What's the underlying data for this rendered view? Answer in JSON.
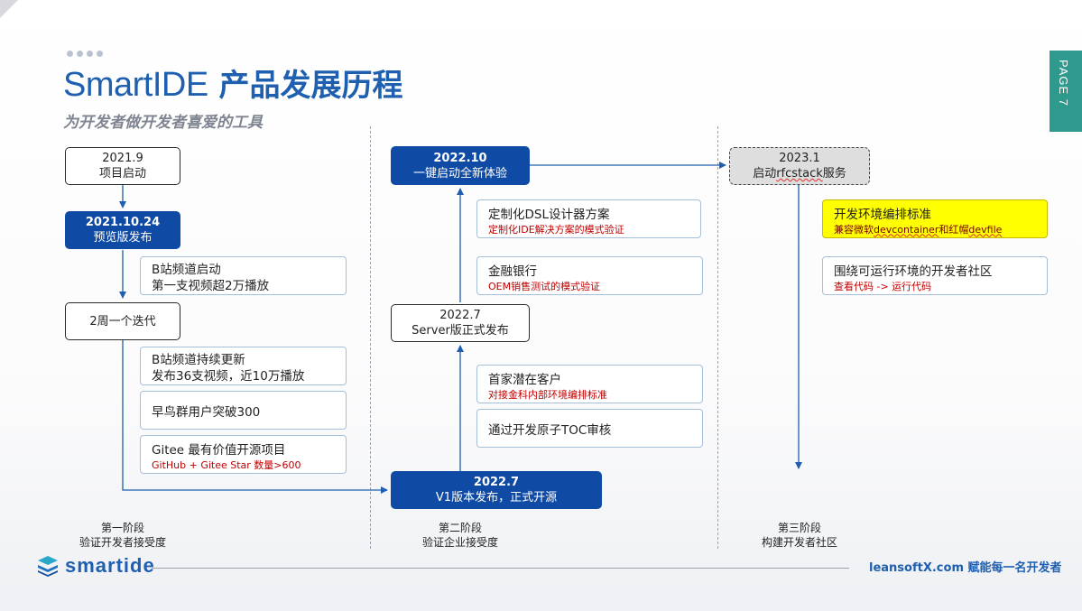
{
  "header": {
    "title_latin": "SmartIDE",
    "title_cn": " 产品发展历程",
    "subtitle": "为开发者做开发者喜爱的工具",
    "page_label": "PAGE 7"
  },
  "stage1": {
    "m2021_9": {
      "date": "2021.9",
      "label": "项目启动"
    },
    "m2021_10": {
      "date": "2021.10.24",
      "label": "预览版发布"
    },
    "note_bilibili": {
      "line1": "B站频道启动",
      "line2": "第一支视频超2万播放"
    },
    "iteration": {
      "label": "2周一个迭代"
    },
    "note_bilibili_updates": {
      "line1": "B站频道持续更新",
      "line2": "发布36支视频，近10万播放"
    },
    "note_early_bird": {
      "line1": "早鸟群用户突破300"
    },
    "note_gitee": {
      "line1": "Gitee 最有价值开源项目",
      "line2": "GitHub + Gitee Star 数量>600"
    },
    "caption": {
      "line1": "第一阶段",
      "line2": "验证开发者接受度"
    }
  },
  "stage2": {
    "m2022_10": {
      "date": "2022.10",
      "label": "一键启动全新体验"
    },
    "note_dsl": {
      "line1": "定制化DSL设计器方案",
      "line2": "定制化IDE解决方案的模式验证"
    },
    "note_finance": {
      "line1": "金融银行",
      "line2": "OEM销售测试的模式验证"
    },
    "server": {
      "date": "2022.7",
      "label": "Server版正式发布"
    },
    "note_first_customer": {
      "line1": "首家潜在客户",
      "line2": "对接金科内部环境编排标准"
    },
    "note_toc": {
      "line1": "通过开发原子TOC审核"
    },
    "v1": {
      "date": "2022.7",
      "label": "V1版本发布，正式开源"
    },
    "caption": {
      "line1": "第二阶段",
      "line2": "验证企业接受度"
    }
  },
  "stage3": {
    "m2023_1": {
      "date": "2023.1",
      "label_pre": "启动",
      "label_word": "rfcstack",
      "label_post": "服务"
    },
    "note_env": {
      "line1": "开发环境编排标准",
      "line2_a": "兼容微软",
      "line2_b": "devcontainer",
      "line2_c": "和红帽",
      "line2_d": "devfile"
    },
    "note_community": {
      "line1": "围绕可运行环境的开发者社区",
      "line2": "查看代码 -> 运行代码"
    },
    "caption": {
      "line1": "第三阶段",
      "line2": "构建开发者社区"
    }
  },
  "footer": {
    "logo_text": "smartide",
    "slogan": "leansoftX.com 赋能每一名开发者"
  },
  "colors": {
    "brand_blue": "#0f4ba4",
    "title_blue": "#1f5fb0",
    "teal_tab": "#2e9a8e",
    "highlight_yellow": "#ffff00",
    "note_red": "#c00000"
  }
}
